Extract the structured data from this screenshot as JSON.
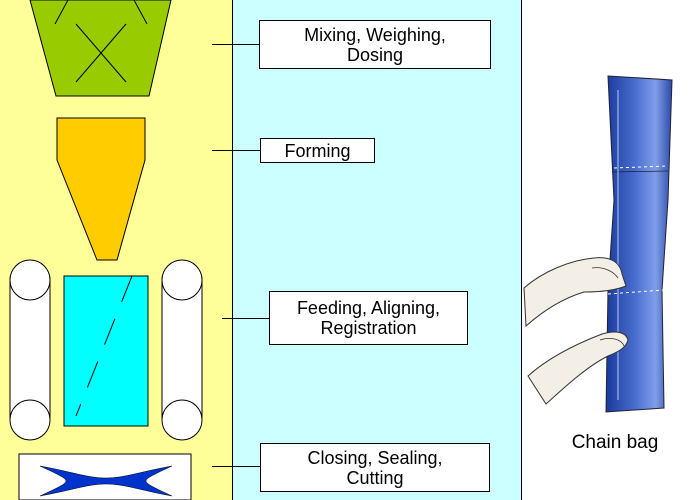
{
  "steps": {
    "mixing": {
      "line1": "Mixing, Weighing,",
      "line2": "Dosing"
    },
    "forming": {
      "line1": "Forming"
    },
    "feeding": {
      "line1": "Feeding, Aligning,",
      "line2": "Registration"
    },
    "closing": {
      "line1": "Closing, Sealing,",
      "line2": "Cutting"
    }
  },
  "photo": {
    "caption": "Chain bag"
  },
  "colors": {
    "left_panel": "#ffff99",
    "mid_panel": "#ccffff",
    "hopper": "#99cc00",
    "funnel": "#ffcc00",
    "web": "#00ffff",
    "cutter": "#0033cc",
    "bag": "#3355bb"
  }
}
